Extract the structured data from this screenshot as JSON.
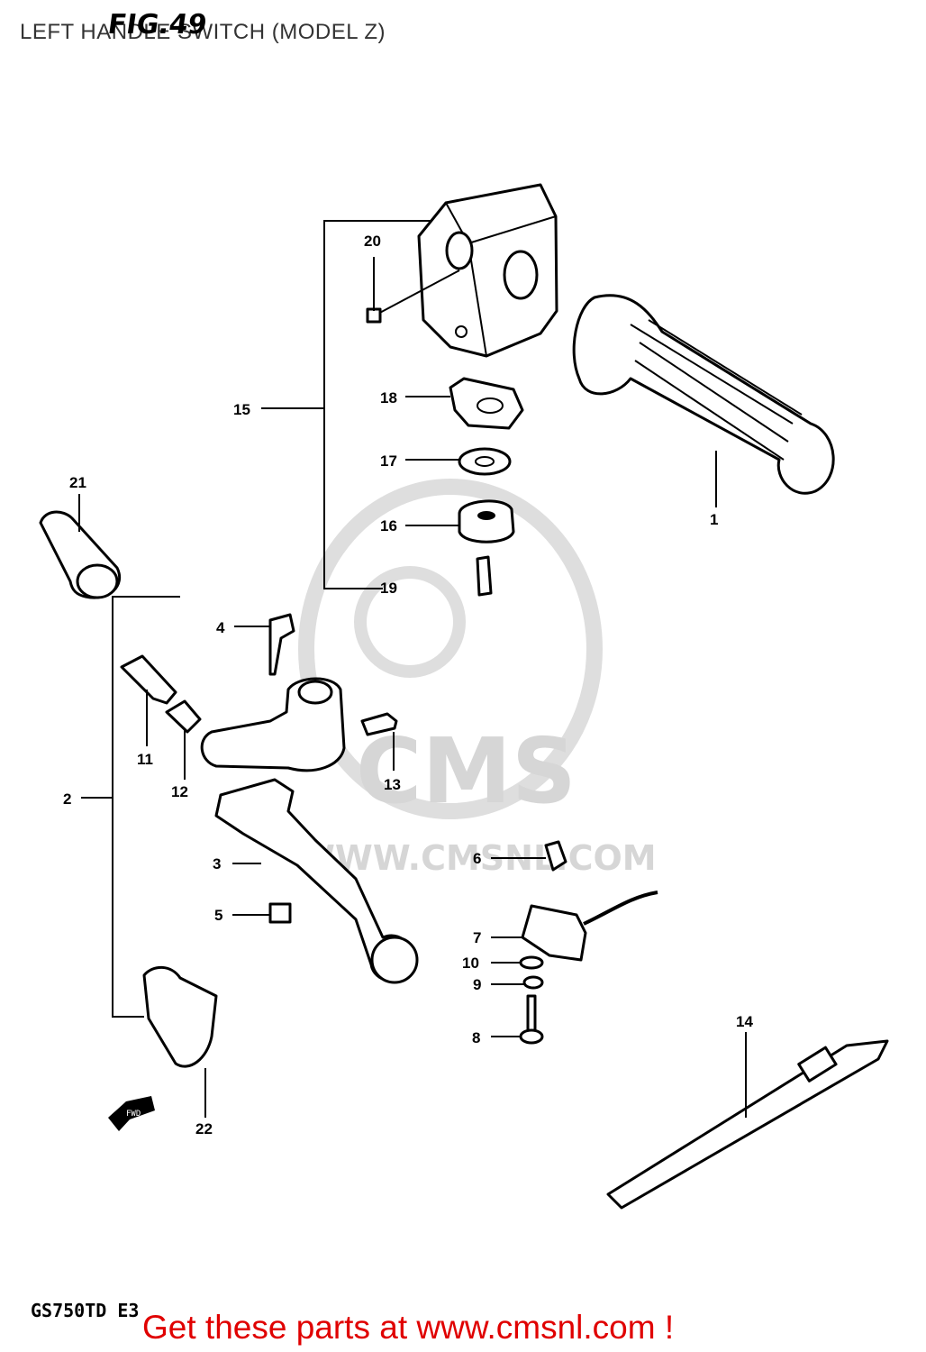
{
  "header": {
    "title": "LEFT HANDLE SWITCH (MODEL Z)",
    "fig_label": "FIG.49"
  },
  "footer": {
    "model_code": "GS750TD E3",
    "promo": "Get these parts at www.cmsnl.com !"
  },
  "watermark": {
    "brand": "CMS",
    "url": "WWW.CMSNL.COM"
  },
  "fwd_label": "FWD",
  "callouts": [
    "1",
    "2",
    "3",
    "4",
    "5",
    "6",
    "7",
    "8",
    "9",
    "10",
    "11",
    "12",
    "13",
    "14",
    "15",
    "16",
    "17",
    "18",
    "19",
    "20",
    "21",
    "22"
  ],
  "colors": {
    "promo": "#e00000",
    "title": "#333333",
    "watermark": "#d6d6d6"
  }
}
